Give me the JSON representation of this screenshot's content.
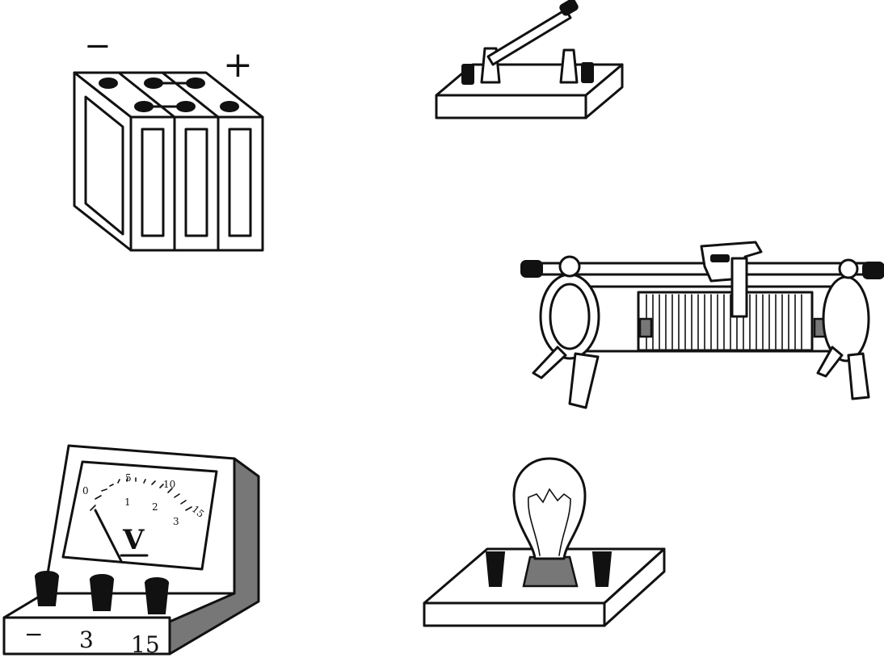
{
  "battery": {
    "neg_label": "−",
    "pos_label": "+"
  },
  "voltmeter": {
    "symbol": "V",
    "scale_upper": [
      "0",
      "5",
      "10",
      "15"
    ],
    "scale_lower": [
      "1",
      "2",
      "3"
    ],
    "terminals": [
      "−",
      "3",
      "15"
    ]
  },
  "colors": {
    "ink": "#111111",
    "shade": "#777777",
    "background": "#ffffff"
  }
}
